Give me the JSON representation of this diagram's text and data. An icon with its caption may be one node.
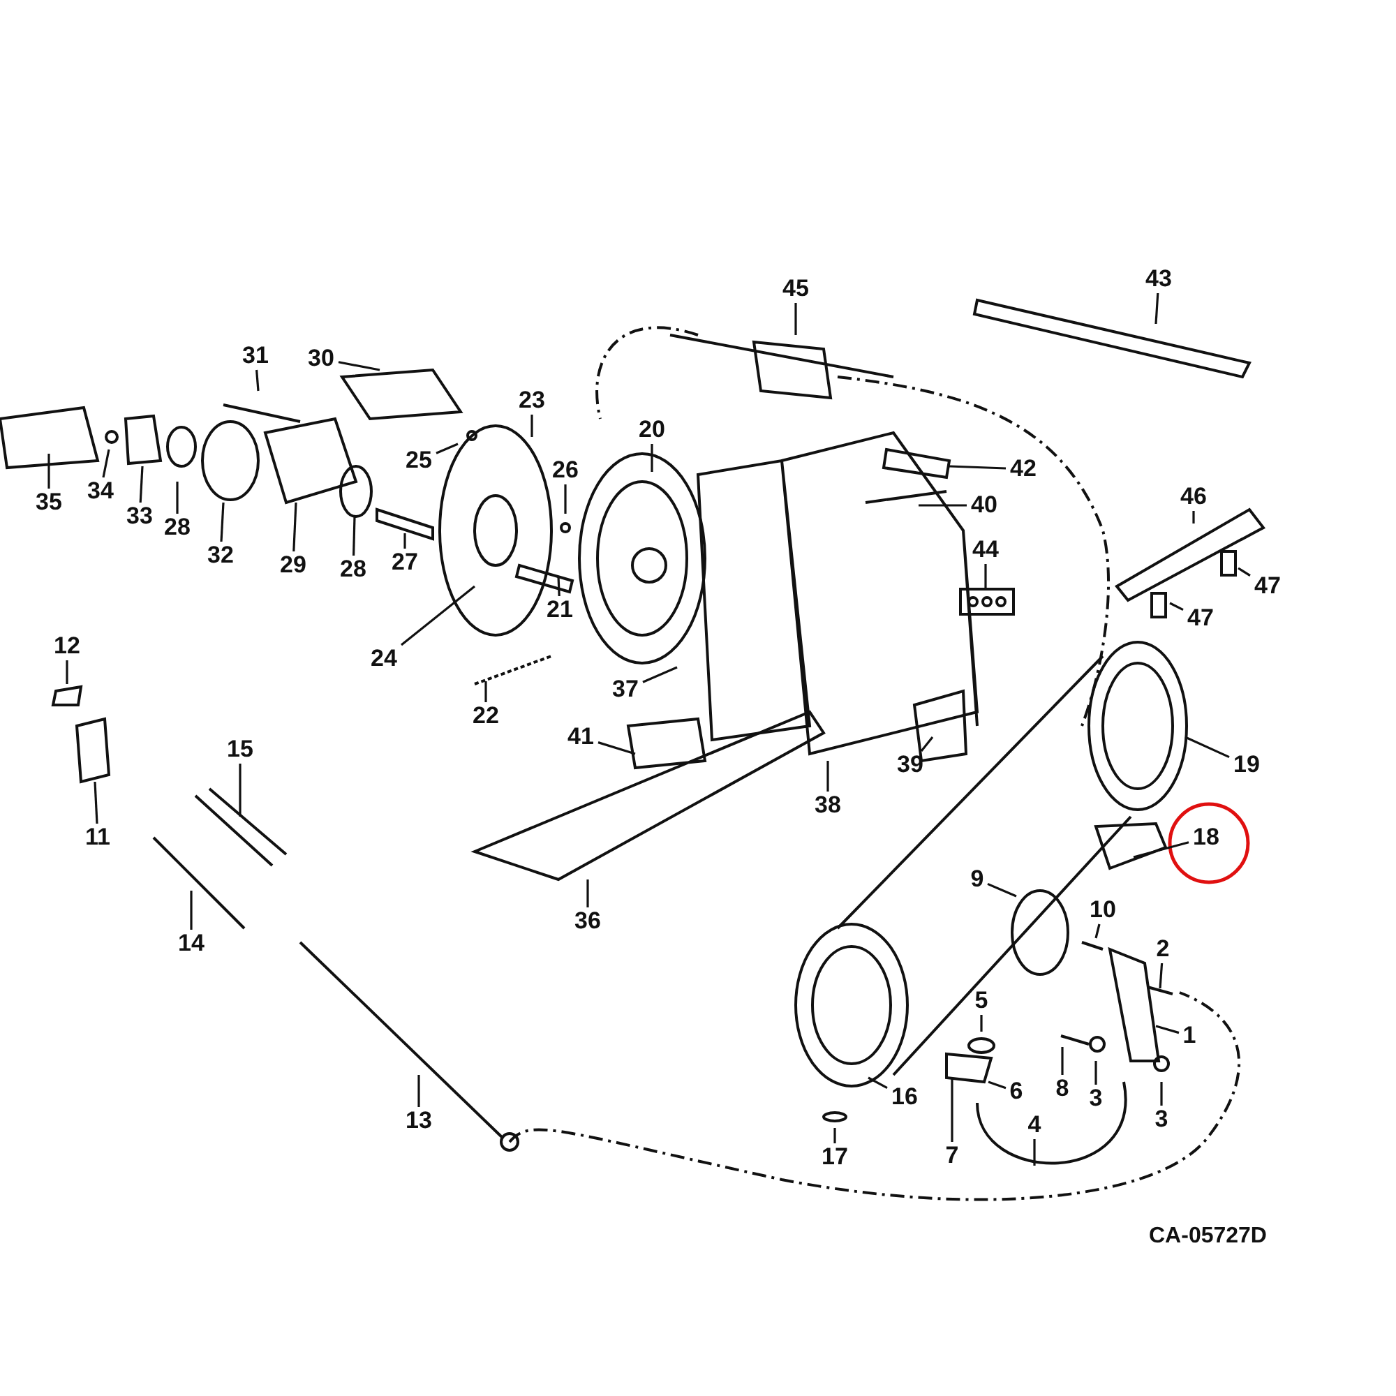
{
  "diagram": {
    "nodes": [
      {
        "text": [
          "45"
        ]
      },
      {
        "text": [
          "43"
        ]
      },
      {
        "text": [
          "31"
        ]
      },
      {
        "text": [
          "30"
        ]
      },
      {
        "text": [
          "23"
        ]
      },
      {
        "text": [
          "20"
        ]
      },
      {
        "text": [
          "25"
        ]
      },
      {
        "text": [
          "42"
        ]
      },
      {
        "text": [
          "40"
        ]
      },
      {
        "text": [
          "46"
        ]
      },
      {
        "text": [
          "35"
        ]
      },
      {
        "text": [
          "34"
        ]
      },
      {
        "text": [
          "26"
        ]
      },
      {
        "text": [
          "33"
        ]
      },
      {
        "text": [
          "28"
        ]
      },
      {
        "text": [
          "32"
        ]
      },
      {
        "text": [
          "29"
        ]
      },
      {
        "text": [
          "28"
        ]
      },
      {
        "text": [
          "27"
        ]
      },
      {
        "text": [
          "44"
        ]
      },
      {
        "text": [
          "47"
        ]
      },
      {
        "text": [
          "21"
        ]
      },
      {
        "text": [
          "47"
        ]
      },
      {
        "text": [
          "24"
        ]
      },
      {
        "text": [
          "37"
        ]
      },
      {
        "text": [
          "12"
        ]
      },
      {
        "text": [
          "22"
        ]
      },
      {
        "text": [
          "41"
        ]
      },
      {
        "text": [
          "39"
        ]
      },
      {
        "text": [
          "38"
        ]
      },
      {
        "text": [
          "19"
        ]
      },
      {
        "text": [
          "18"
        ]
      },
      {
        "text": [
          "15"
        ]
      },
      {
        "text": [
          "11"
        ]
      },
      {
        "text": [
          "36"
        ]
      },
      {
        "text": [
          "9"
        ]
      },
      {
        "text": [
          "10"
        ]
      },
      {
        "text": [
          "14"
        ]
      },
      {
        "text": [
          "2"
        ]
      },
      {
        "text": [
          "1"
        ]
      },
      {
        "text": [
          "5"
        ]
      },
      {
        "text": [
          "8"
        ]
      },
      {
        "text": [
          "3"
        ]
      },
      {
        "text": [
          "3"
        ]
      },
      {
        "text": [
          "6"
        ]
      },
      {
        "text": [
          "16"
        ]
      },
      {
        "text": [
          "13"
        ]
      },
      {
        "text": [
          "17"
        ]
      },
      {
        "text": [
          "7"
        ]
      },
      {
        "text": [
          "4"
        ]
      }
    ],
    "edges": [
      {
        "from": 0,
        "to": null,
        "arrow": "none"
      },
      {
        "from": 1,
        "to": null,
        "arrow": "none"
      },
      {
        "from": 2,
        "to": null,
        "arrow": "none"
      },
      {
        "from": 3,
        "to": null,
        "arrow": "none"
      },
      {
        "from": 4,
        "to": null,
        "arrow": "none"
      },
      {
        "from": 5,
        "to": null,
        "arrow": "none"
      },
      {
        "from": 6,
        "to": null,
        "arrow": "none"
      },
      {
        "from": 7,
        "to": null,
        "arrow": "none"
      },
      {
        "from": 8,
        "to": null,
        "arrow": "none"
      },
      {
        "from": 9,
        "to": null,
        "arrow": "none"
      },
      {
        "from": 10,
        "to": null,
        "arrow": "none"
      },
      {
        "from": 11,
        "to": null,
        "arrow": "none"
      },
      {
        "from": 12,
        "to": null,
        "arrow": "none"
      },
      {
        "from": 13,
        "to": null,
        "arrow": "none"
      },
      {
        "from": 14,
        "to": null,
        "arrow": "none"
      },
      {
        "from": 15,
        "to": null,
        "arrow": "none"
      },
      {
        "from": 16,
        "to": null,
        "arrow": "none"
      },
      {
        "from": 17,
        "to": null,
        "arrow": "none"
      },
      {
        "from": 18,
        "to": null,
        "arrow": "none"
      },
      {
        "from": 19,
        "to": null,
        "arrow": "none"
      },
      {
        "from": 20,
        "to": null,
        "arrow": "none"
      },
      {
        "from": 21,
        "to": null,
        "arrow": "none"
      },
      {
        "from": 22,
        "to": null,
        "arrow": "none"
      },
      {
        "from": 23,
        "to": null,
        "arrow": "none"
      },
      {
        "from": 24,
        "to": null,
        "arrow": "none"
      },
      {
        "from": 25,
        "to": null,
        "arrow": "none"
      },
      {
        "from": 26,
        "to": null,
        "arrow": "none"
      },
      {
        "from": 27,
        "to": null,
        "arrow": "none"
      },
      {
        "from": 28,
        "to": null,
        "arrow": "none"
      },
      {
        "from": 29,
        "to": null,
        "arrow": "none"
      },
      {
        "from": 30,
        "to": null,
        "arrow": "none"
      },
      {
        "from": 31,
        "to": null,
        "arrow": "none"
      },
      {
        "from": 32,
        "to": null,
        "arrow": "none"
      },
      {
        "from": 33,
        "to": null,
        "arrow": "none"
      },
      {
        "from": 34,
        "to": null,
        "arrow": "none"
      },
      {
        "from": 35,
        "to": null,
        "arrow": "none"
      },
      {
        "from": 36,
        "to": null,
        "arrow": "none"
      },
      {
        "from": 37,
        "to": null,
        "arrow": "none"
      },
      {
        "from": 38,
        "to": null,
        "arrow": "none"
      },
      {
        "from": 39,
        "to": null,
        "arrow": "none"
      },
      {
        "from": 40,
        "to": null,
        "arrow": "none"
      },
      {
        "from": 41,
        "to": null,
        "arrow": "none"
      },
      {
        "from": 42,
        "to": null,
        "arrow": "none"
      },
      {
        "from": 43,
        "to": null,
        "arrow": "none"
      },
      {
        "from": 44,
        "to": null,
        "arrow": "none"
      },
      {
        "from": 45,
        "to": null,
        "arrow": "none"
      },
      {
        "from": 46,
        "to": null,
        "arrow": "none"
      },
      {
        "from": 47,
        "to": null,
        "arrow": "none"
      },
      {
        "from": 48,
        "to": null,
        "arrow": "none"
      },
      {
        "from": 49,
        "to": null,
        "arrow": "none"
      }
    ],
    "labels": [
      "CA-05727D"
    ]
  }
}
